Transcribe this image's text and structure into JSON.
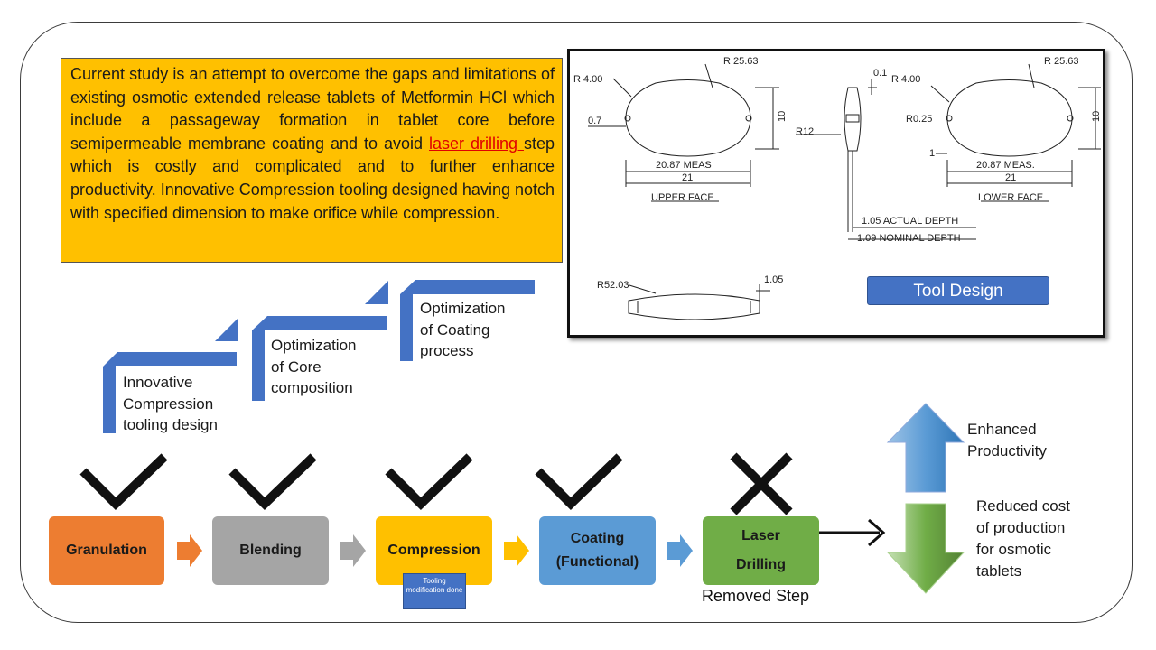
{
  "intro": {
    "before": "Current study is an attempt to overcome the gaps and limitations of existing osmotic extended release tablets of Metformin HCl which include a passageway formation in tablet core before semipermeable membrane coating and to avoid ",
    "highlight": "laser drilling ",
    "after": "step which is costly and complicated and to further enhance productivity. Innovative Compression tooling designed having notch with specified dimension to make orifice while compression."
  },
  "drawing": {
    "button": "Tool Design",
    "upper": {
      "r1": "R 25.63",
      "r2": "R 4.00",
      "notch": "0.7",
      "height": "10",
      "meas": "20.87 MEAS",
      "width": "21",
      "face": "UPPER FACE"
    },
    "side": {
      "tip": "0.1",
      "radius": "R12",
      "actual": "1.05 ACTUAL DEPTH",
      "nominal": "1.09 NOMINAL DEPTH"
    },
    "lower": {
      "r1": "R 25.63",
      "r2": "R 4.00",
      "r3": "R0.25",
      "height": "10",
      "one": "1",
      "meas": "20.87 MEAS.",
      "width": "21",
      "face": "LOWER FACE"
    },
    "profile": {
      "radius": "R52.03",
      "depth": "1.05"
    }
  },
  "stairs": [
    {
      "label": "Innovative\nCompression\ntooling design"
    },
    {
      "label": "Optimization\nof Core\ncomposition"
    },
    {
      "label": "Optimization\nof Coating\nprocess"
    }
  ],
  "process": [
    {
      "label": "Granulation",
      "color": "#ed7d31",
      "text_color": "#1a1a1a",
      "status": "check"
    },
    {
      "label": "Blending",
      "color": "#a5a5a5",
      "text_color": "#1a1a1a",
      "status": "check"
    },
    {
      "label": "Compression",
      "color": "#ffc000",
      "text_color": "#1a1a1a",
      "status": "check"
    },
    {
      "label": "Coating\n(Functional)",
      "color": "#5b9bd5",
      "text_color": "#1a1a1a",
      "status": "check"
    },
    {
      "label": "Laser\nDrilling",
      "color": "#70ad47",
      "text_color": "#1a1a1a",
      "status": "cross"
    }
  ],
  "tooling_note": "Tooling modification done",
  "removed_step": "Removed Step",
  "outcomes": {
    "up": "Enhanced\nProductivity",
    "down": "Reduced cost\nof production\nfor osmotic\ntablets"
  }
}
